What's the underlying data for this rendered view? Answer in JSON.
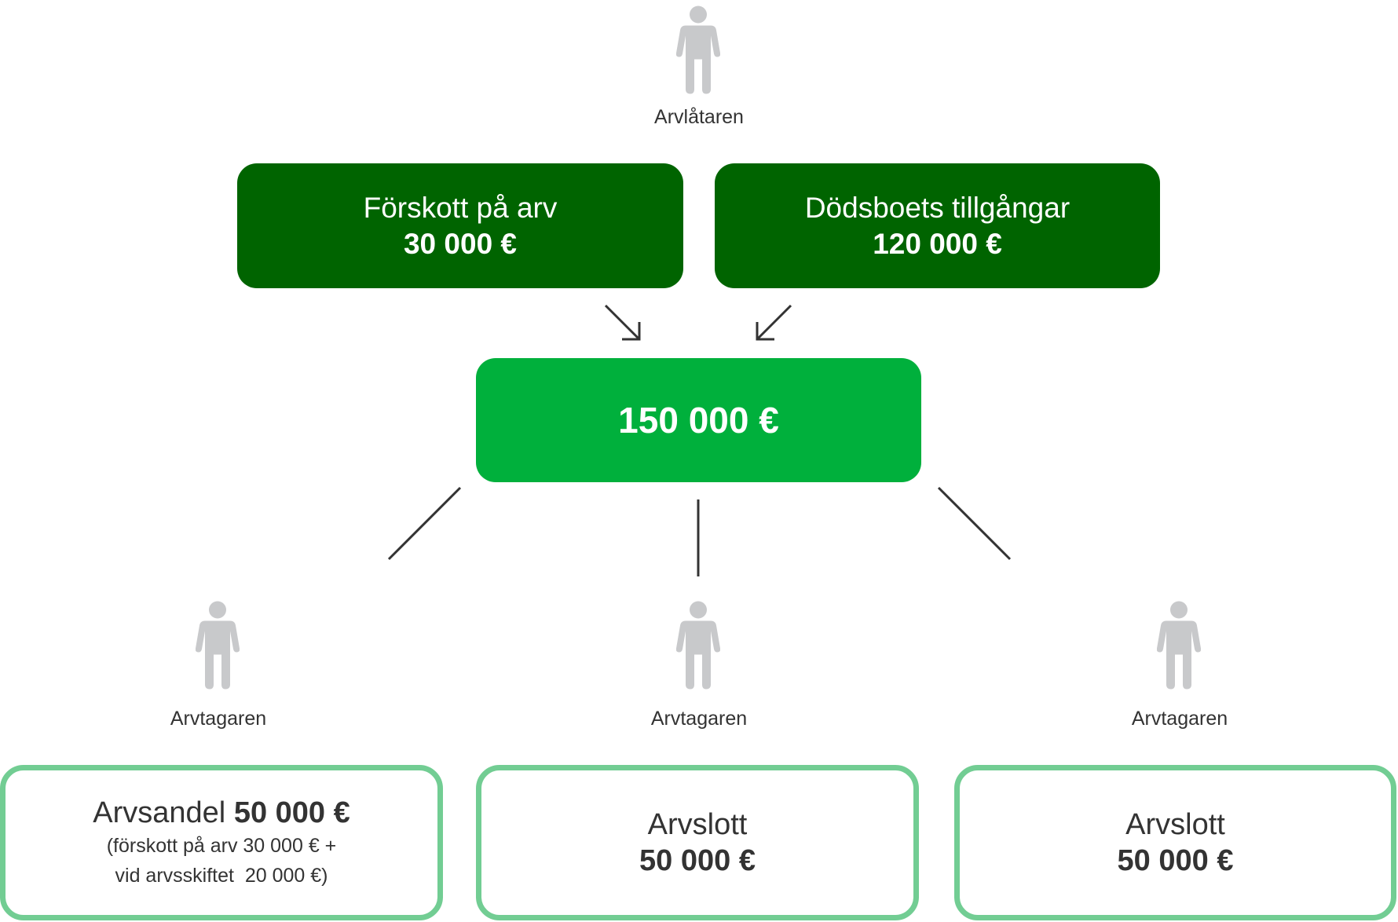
{
  "testator": {
    "label": "Arvlåtaren"
  },
  "advance": {
    "title": "Förskott på arv",
    "value": "30 000 €"
  },
  "estate": {
    "title": "Dödsboets tillgångar",
    "value": "120 000 €"
  },
  "total": {
    "value": "150 000 €"
  },
  "heirs": [
    {
      "label": "Arvtagaren",
      "title": "Arvsandel",
      "value": "50 000 €",
      "note1": "(förskott på arv 30 000 € +",
      "note2": "vid arvsskiftet  20 000 €)"
    },
    {
      "label": "Arvtagaren",
      "title": "Arvslott",
      "value": "50 000 €"
    },
    {
      "label": "Arvtagaren",
      "title": "Arvslott",
      "value": "50 000 €"
    }
  ],
  "colors": {
    "dark_green": "#006400",
    "green": "#00b03c",
    "light_green": "#72cd93",
    "person": "#c8c9cb"
  }
}
